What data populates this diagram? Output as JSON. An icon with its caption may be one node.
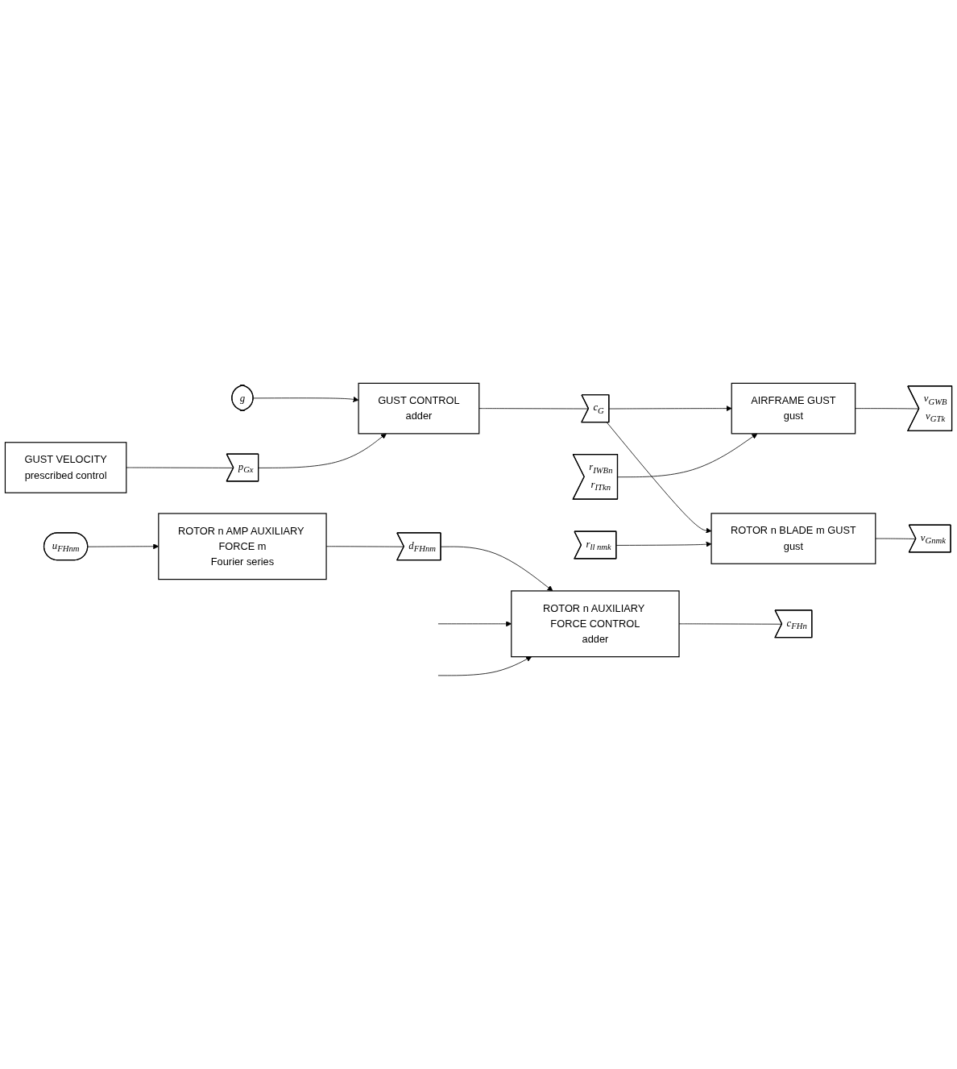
{
  "diagram": {
    "nodes": [
      {
        "text": [
          "g"
        ]
      },
      {
        "text": [
          "GUST VELOCITY",
          "prescribed control"
        ]
      },
      {
        "text": [
          "p$_{Gx}$"
        ]
      },
      {
        "text": [
          "GUST CONTROL",
          "adder"
        ]
      },
      {
        "text": [
          "c$_{G}$"
        ]
      },
      {
        "text": [
          "v$_{GWB}$",
          "v$_{GTk}$"
        ]
      },
      {
        "text": [
          "AIRFRAME GUST",
          "gust"
        ]
      },
      {
        "text": [
          "r$_{IWBn}$",
          "r$_{ITkn}$"
        ]
      },
      {
        "text": [
          "v$_{Gnmk}$"
        ]
      },
      {
        "text": [
          "ROTOR n BLADE m GUST",
          "gust"
        ]
      },
      {
        "text": [
          "r$_{ll nmk}$"
        ]
      },
      {
        "text": [
          "u$_{FHnm}$"
        ]
      },
      {
        "text": [
          "ROTOR n AMP AUXILIARY FORCE m",
          "Fourier series"
        ]
      },
      {
        "text": [
          "d$_{FHnm}$"
        ]
      },
      {
        "text": [
          "ROTOR n AUXILIARY FORCE CONTROL",
          "adder"
        ]
      },
      {
        "text": [
          "c$_{FHn}$"
        ]
      }
    ],
    "edges": [
      {
        "from": 0,
        "to": 3,
        "arrow": "to"
      },
      {
        "from": 1,
        "to": 2,
        "arrow": "none"
      },
      {
        "from": 2,
        "to": 3,
        "arrow": "to"
      },
      {
        "from": 3,
        "to": 4,
        "arrow": "none"
      },
      {
        "from": 4,
        "to": 6,
        "arrow": "to"
      },
      {
        "from": 4,
        "to": 9,
        "arrow": "to"
      },
      {
        "from": 6,
        "to": 5,
        "arrow": "none"
      },
      {
        "from": 7,
        "to": 6,
        "arrow": "to"
      },
      {
        "from": 9,
        "to": 8,
        "arrow": "none"
      },
      {
        "from": 10,
        "to": 9,
        "arrow": "to"
      },
      {
        "from": 11,
        "to": 12,
        "arrow": "to"
      },
      {
        "from": 12,
        "to": 13,
        "arrow": "none"
      },
      {
        "from": 13,
        "to": 14,
        "arrow": "to"
      },
      {
        "from": null,
        "to": 14,
        "arrow": "to"
      },
      {
        "from": null,
        "to": 14,
        "arrow": "to"
      },
      {
        "from": 14,
        "to": 15,
        "arrow": "none"
      }
    ]
  }
}
